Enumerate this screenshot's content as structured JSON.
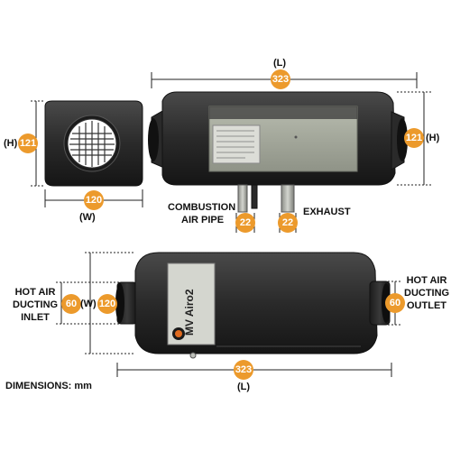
{
  "colors": {
    "badge": "#ec9a2c",
    "heater_body": "#2b2b2b",
    "heater_panel": "#a3a79a",
    "label_panel": "#d9dad4",
    "dimension_line": "#222222"
  },
  "front_view": {
    "height_value": "121",
    "height_letter": "(H)",
    "width_value": "120",
    "width_letter": "(W)"
  },
  "top_view": {
    "length_letter": "(L)",
    "length_value": "323",
    "height_value": "121",
    "height_letter": "(H)",
    "combustion_label_line1": "COMBUSTION",
    "combustion_label_line2": "AIR PIPE",
    "combustion_value": "22",
    "exhaust_label": "EXHAUST",
    "exhaust_value": "22"
  },
  "side_view": {
    "inlet_label_line1": "HOT AIR",
    "inlet_label_line2": "DUCTING",
    "inlet_label_line3": "INLET",
    "inlet_value": "60",
    "width_letter": "(W)",
    "width_value": "120",
    "brand_label": "MV Airo2",
    "outlet_label_line1": "HOT AIR",
    "outlet_label_line2": "DUCTING",
    "outlet_label_line3": "OUTLET",
    "outlet_value": "60",
    "length_value": "323",
    "length_letter": "(L)"
  },
  "footer": {
    "dimensions_note": "DIMENSIONS: mm"
  }
}
